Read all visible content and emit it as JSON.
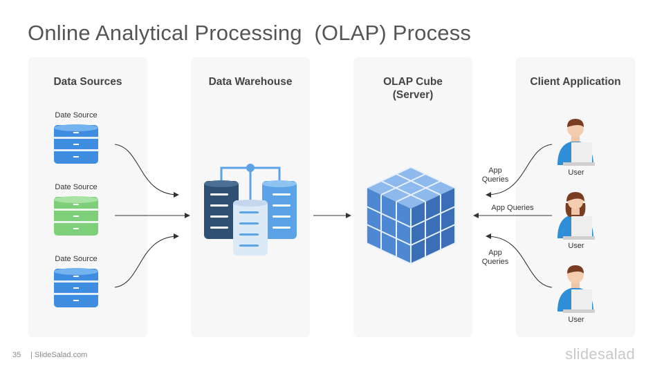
{
  "title": "Online Analytical Processing  (OLAP) Process",
  "columns": {
    "sources": {
      "title": "Data Sources"
    },
    "warehouse": {
      "title": "Data Warehouse"
    },
    "cube": {
      "title_line1": "OLAP Cube",
      "title_line2": "(Server)"
    },
    "client": {
      "title": "Client Application"
    }
  },
  "sources": [
    {
      "label": "Date Source",
      "color": "#3f8de0"
    },
    {
      "label": "Date Source",
      "color": "#7dcf7a"
    },
    {
      "label": "Date Source",
      "color": "#3f8de0"
    }
  ],
  "queries": {
    "top_line1": "App",
    "top_line2": "Queries",
    "middle": "App Queries",
    "bottom_line1": "App",
    "bottom_line2": "Queries"
  },
  "users": [
    {
      "label": "User"
    },
    {
      "label": "User"
    },
    {
      "label": "User"
    }
  ],
  "footer": {
    "page_number": "35",
    "site": "| SlideSalad.com",
    "brand": "slidesalad"
  },
  "colors": {
    "warehouse_dark": "#2f5073",
    "warehouse_light": "#5ba3e6",
    "cube_blue": "#5b94d9",
    "arrow": "#333333"
  }
}
